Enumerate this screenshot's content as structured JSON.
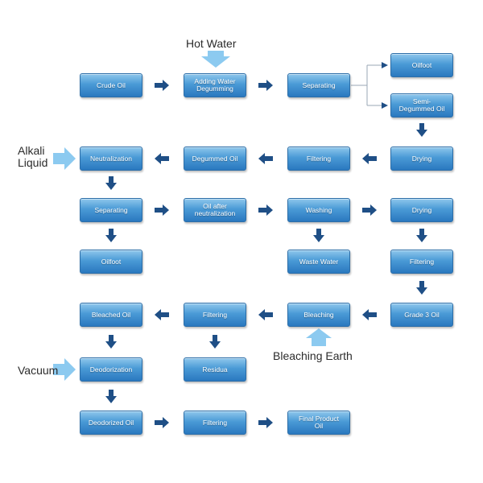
{
  "boxes": {
    "crude_oil": "Crude Oil",
    "adding_water_degumming": "Adding Water\nDegumming",
    "separating_1": "Separating",
    "oilfoot_1": "Oilfoot",
    "semi_degummed_oil": "Semi-\nDegummed Oil",
    "drying_1": "Drying",
    "filtering_1": "Filtering",
    "degummed_oil": "Degummed Oil",
    "neutralization": "Neutralization",
    "separating_2": "Separating",
    "oil_after_neutralization": "Oil after\nneutralization",
    "washing": "Washing",
    "drying_2": "Drying",
    "oilfoot_2": "Oilfoot",
    "waste_water": "Waste Water",
    "filtering_2": "Filtering",
    "grade_3_oil": "Grade 3 Oil",
    "bleaching": "Bleaching",
    "filtering_3": "Filtering",
    "bleached_oil": "Bleached Oil",
    "residua": "Residua",
    "deodorization": "Deodorization",
    "deodorized_oil": "Deodorized Oil",
    "filtering_4": "Filtering",
    "final_product_oil": "Final Product\nOil"
  },
  "inputs": {
    "hot_water": "Hot Water",
    "alkali_liquid": "Alkali\nLiquid",
    "bleaching_earth": "Bleaching Earth",
    "vacuum": "Vacuum"
  },
  "colors": {
    "box_top": "#8fc7ec",
    "box_bottom": "#2a78bf",
    "arrow": "#1f4f86",
    "input_arrow": "#8ccaf0"
  }
}
